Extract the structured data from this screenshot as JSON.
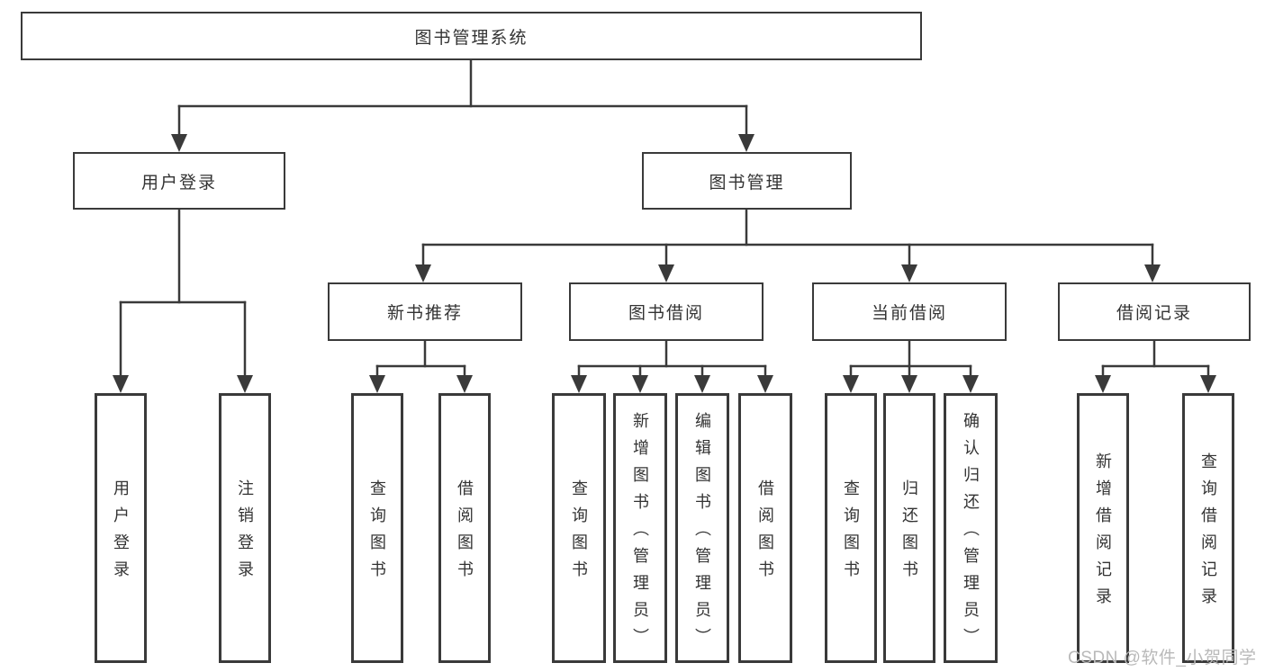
{
  "diagram": {
    "root": {
      "label": "图书管理系统"
    },
    "level2": [
      {
        "label": "用户登录"
      },
      {
        "label": "图书管理"
      }
    ],
    "level3": [
      {
        "label": "新书推荐",
        "parent": "图书管理"
      },
      {
        "label": "图书借阅",
        "parent": "图书管理"
      },
      {
        "label": "当前借阅",
        "parent": "图书管理"
      },
      {
        "label": "借阅记录",
        "parent": "图书管理"
      }
    ],
    "leaves": [
      {
        "label": "用户登录",
        "parent": "用户登录"
      },
      {
        "label": "注销登录",
        "parent": "用户登录"
      },
      {
        "label": "查询图书",
        "parent": "新书推荐"
      },
      {
        "label": "借阅图书",
        "parent": "新书推荐"
      },
      {
        "label": "查询图书",
        "parent": "图书借阅"
      },
      {
        "label": "新增图书（管理员）",
        "parent": "图书借阅"
      },
      {
        "label": "编辑图书（管理员）",
        "parent": "图书借阅"
      },
      {
        "label": "借阅图书",
        "parent": "图书借阅"
      },
      {
        "label": "查询图书",
        "parent": "当前借阅"
      },
      {
        "label": "归还图书",
        "parent": "当前借阅"
      },
      {
        "label": "确认归还（管理员）",
        "parent": "当前借阅"
      },
      {
        "label": "新增借阅记录",
        "parent": "借阅记录"
      },
      {
        "label": "查询借阅记录",
        "parent": "借阅记录"
      }
    ]
  },
  "watermark": {
    "text": "CSDN @软件_小贺同学"
  },
  "colors": {
    "line": "#3a3a3a",
    "box_border": "#3a3a3a",
    "text": "#333333",
    "watermark": "#b9b9b9",
    "background": "#ffffff"
  }
}
